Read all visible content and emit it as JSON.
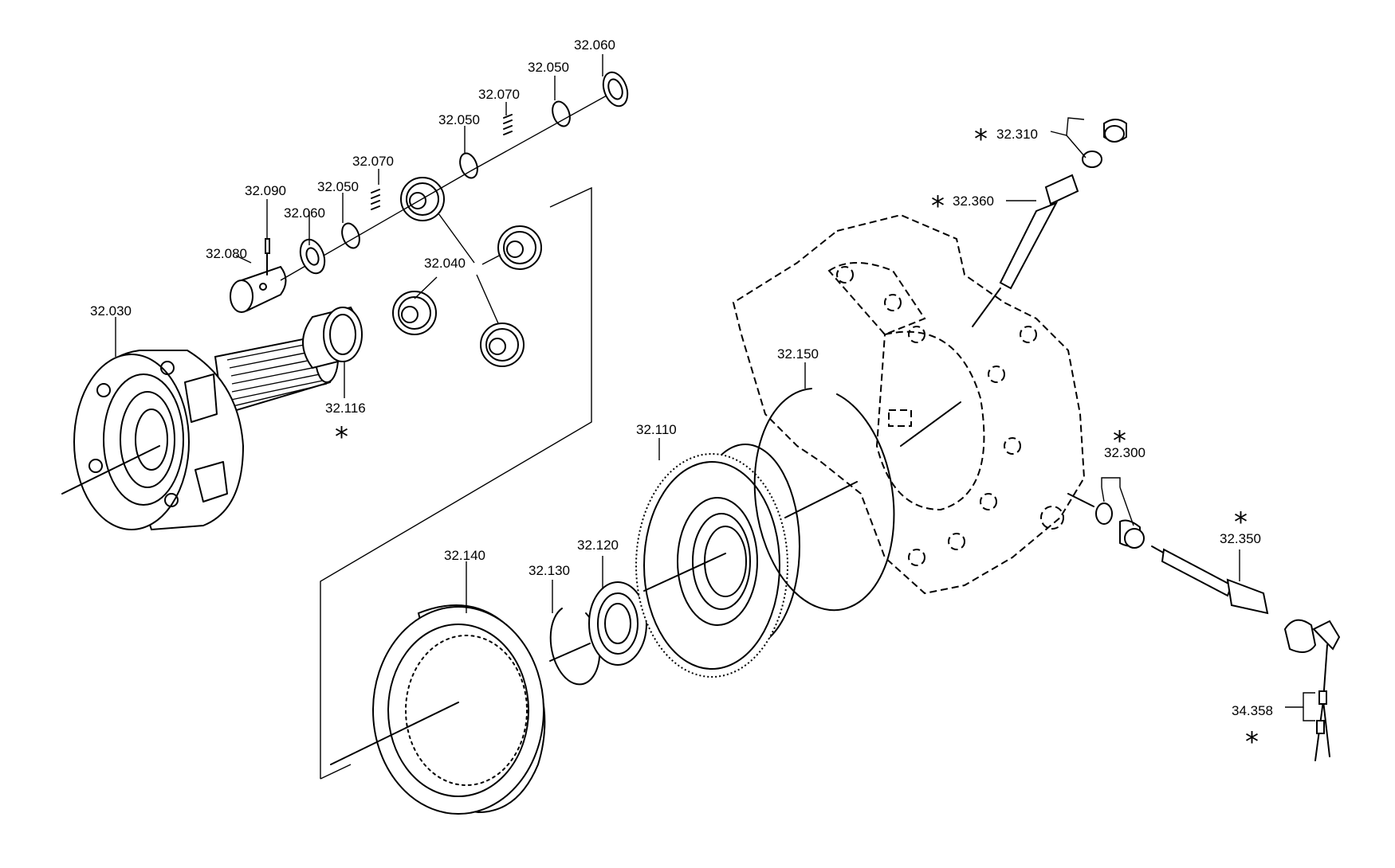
{
  "labels": {
    "p32_030": "32.030",
    "p32_060a": "32.060",
    "p32_050a": "32.050",
    "p32_070a": "32.070",
    "p32_050b": "32.050",
    "p32_070b": "32.070",
    "p32_050c": "32.050",
    "p32_090": "32.090",
    "p32_060b": "32.060",
    "p32_080": "32.080",
    "p32_040": "32.040",
    "p32_116": "32.116",
    "p32_110": "32.110",
    "p32_120": "32.120",
    "p32_130": "32.130",
    "p32_140": "32.140",
    "p32_150": "32.150",
    "p32_310": "32.310",
    "p32_360": "32.360",
    "p32_300": "32.300",
    "p32_350": "32.350",
    "p34_358": "34.358"
  },
  "asterisk": "*"
}
